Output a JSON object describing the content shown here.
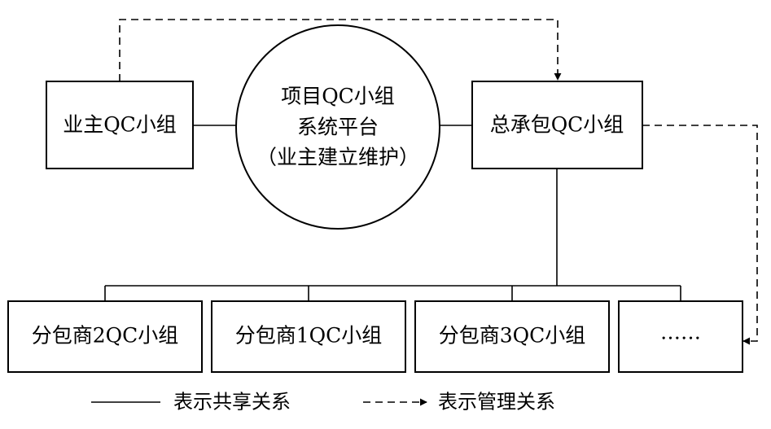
{
  "nodes": {
    "owner_group": "业主QC小组",
    "platform": {
      "line1": "项目QC小组",
      "line2": "系统平台",
      "line3": "（业主建立维护）"
    },
    "general_contractor_group": "总承包QC小组",
    "subcontractors": [
      "分包商2QC小组",
      "分包商1QC小组",
      "分包商3QC小组",
      "……"
    ]
  },
  "legend": {
    "shared": "表示共享关系",
    "management": "表示管理关系"
  }
}
